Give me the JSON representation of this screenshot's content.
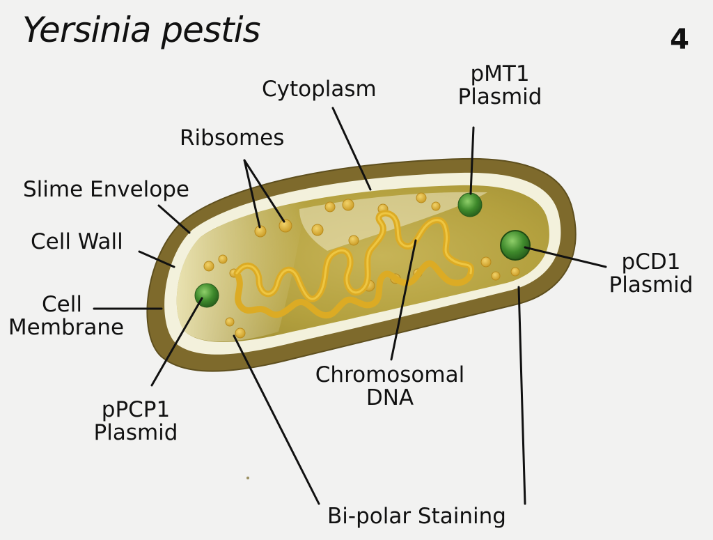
{
  "title": "Yersinia pestis",
  "figure_number": "4",
  "labels": {
    "cytoplasm": "Cytoplasm",
    "pmt1": [
      "pMT1",
      "Plasmid"
    ],
    "ribosomes": "Ribsomes",
    "slime_envelope": "Slime Envelope",
    "cell_wall": "Cell Wall",
    "cell_membrane": [
      "Cell",
      "Membrane"
    ],
    "pcd1": [
      "pCD1",
      "Plasmid"
    ],
    "ppcp1": [
      "pPCP1",
      "Plasmid"
    ],
    "chromosomal_dna": [
      "Chromosomal",
      "DNA"
    ],
    "bipolar_staining": "Bi-polar Staining"
  },
  "colors": {
    "slime_envelope": "#7e6a2c",
    "cell_wall": "#f3f1dc",
    "cytoplasm": "#b9a540",
    "dna": "#e2b22a",
    "plasmid": "#3e7d2a",
    "leader": "#111111"
  }
}
